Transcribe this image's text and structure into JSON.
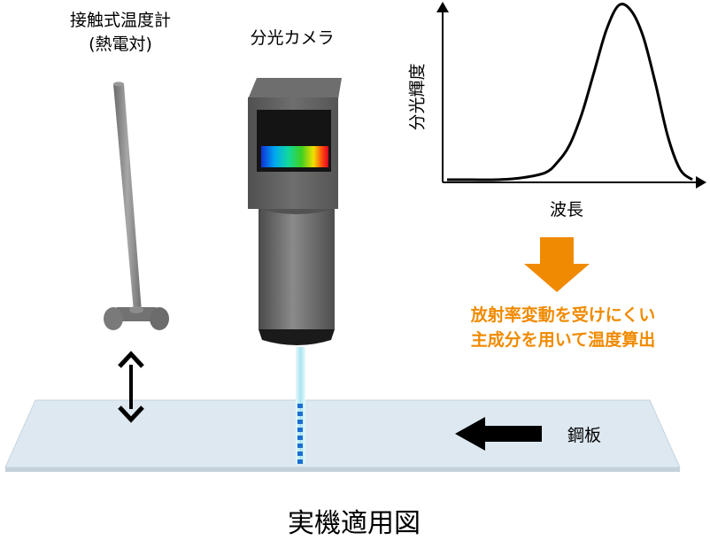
{
  "labels": {
    "thermometer_line1": "接触式温度計",
    "thermometer_line2": "(熱電対)",
    "camera": "分光カメラ",
    "y_axis": "分光輝度",
    "x_axis": "波長",
    "method_line1": "放射率変動を受けにくい",
    "method_line2": "主成分を用いて温度算出",
    "steel_plate": "鋼板",
    "figure_caption": "実機適用図"
  },
  "colors": {
    "accent_orange": "#f08a00",
    "camera_body": "#5c5c5c",
    "lens": "#6a6a6a",
    "thermometer": "#7c7c7c",
    "steel_plate": "#dde8f0",
    "measure_dots": "#1e6ed2",
    "beam": "#b8e8f2"
  },
  "icons": {
    "vertical_arrow": "double-headed-arrow-icon",
    "flow_arrow": "down-arrow-icon",
    "motion_arrow": "left-arrow-icon"
  },
  "chart_data": {
    "type": "line",
    "xlabel": "波長",
    "ylabel": "分光輝度",
    "series": [
      {
        "x": [
          0,
          0.1,
          0.2,
          0.3,
          0.4,
          0.45,
          0.5,
          0.55,
          0.6,
          0.65,
          0.7,
          0.75,
          0.8,
          0.85,
          0.9,
          0.95,
          1.0
        ],
        "y": [
          0,
          0,
          0,
          0.01,
          0.04,
          0.1,
          0.2,
          0.38,
          0.62,
          0.86,
          1.0,
          0.97,
          0.82,
          0.55,
          0.25,
          0.06,
          0
        ]
      }
    ],
    "grid": false
  }
}
